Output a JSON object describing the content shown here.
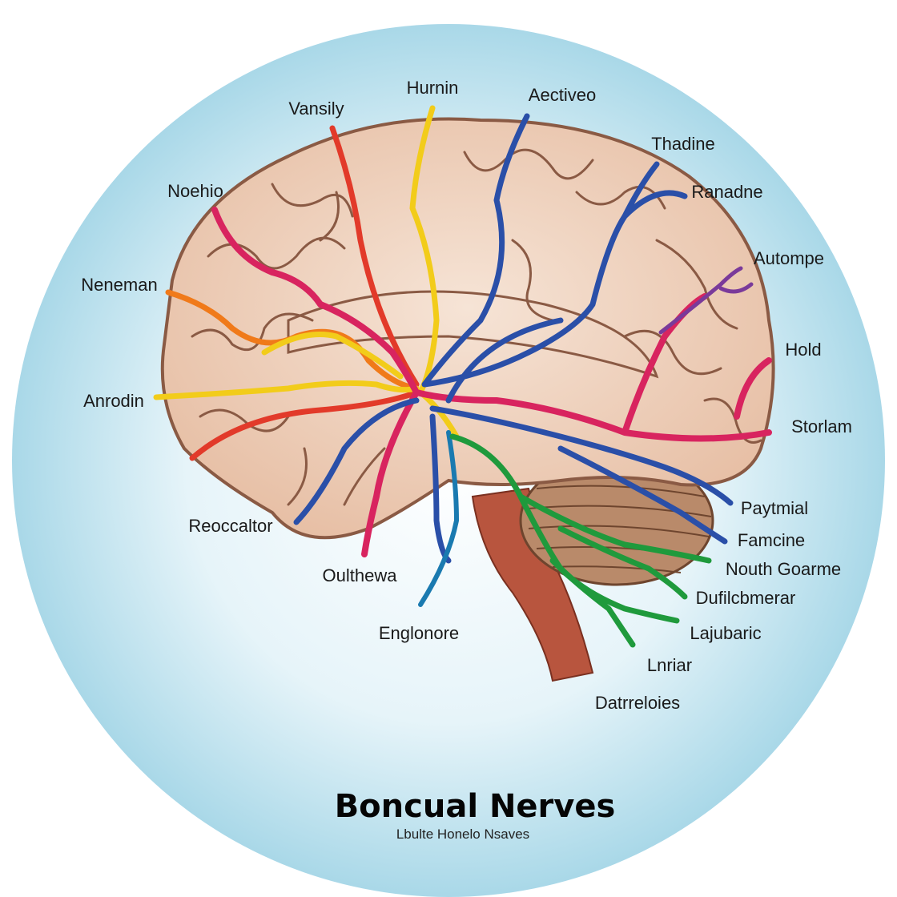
{
  "title": "Boncual Nerves",
  "subtitle": "Lbulte Honelo Nsaves",
  "labels": {
    "vansily": "Vansily",
    "hurnin": "Hurnin",
    "aectiveo": "Aectiveo",
    "thadine": "Thadine",
    "ranadne": "Ranadne",
    "autompe": "Autompe",
    "nochio": "Noehio",
    "neneman": "Neneman",
    "hold": "Hold",
    "anrodin": "Anrodin",
    "storlam": "Storlam",
    "reoccaltor": "Reoccaltor",
    "paytmial": "Paytmial",
    "famcine": "Famcine",
    "nouth_goarme": "Nouth Goarme",
    "oulthewa": "Oulthewa",
    "dufilcbmerar": "Dufilcbmerar",
    "englonore": "Englonore",
    "lajubaric": "Lajubaric",
    "lnriar": "Lnriar",
    "datrreloies": "Datrreloies"
  },
  "colors": {
    "background_circle": "#cfeaf3",
    "brain": "#f1d9c8",
    "brain_outline": "#8a5a44",
    "cerebellum": "#b98a6a",
    "brainstem": "#b8553e",
    "nerve_red": "#e23a2a",
    "nerve_pink": "#d8245f",
    "nerve_yellow": "#f2cc1a",
    "nerve_blue": "#2a4fa8",
    "nerve_green": "#1f9a3c",
    "nerve_purple": "#7a3a9a",
    "nerve_orange": "#f07a1a"
  }
}
